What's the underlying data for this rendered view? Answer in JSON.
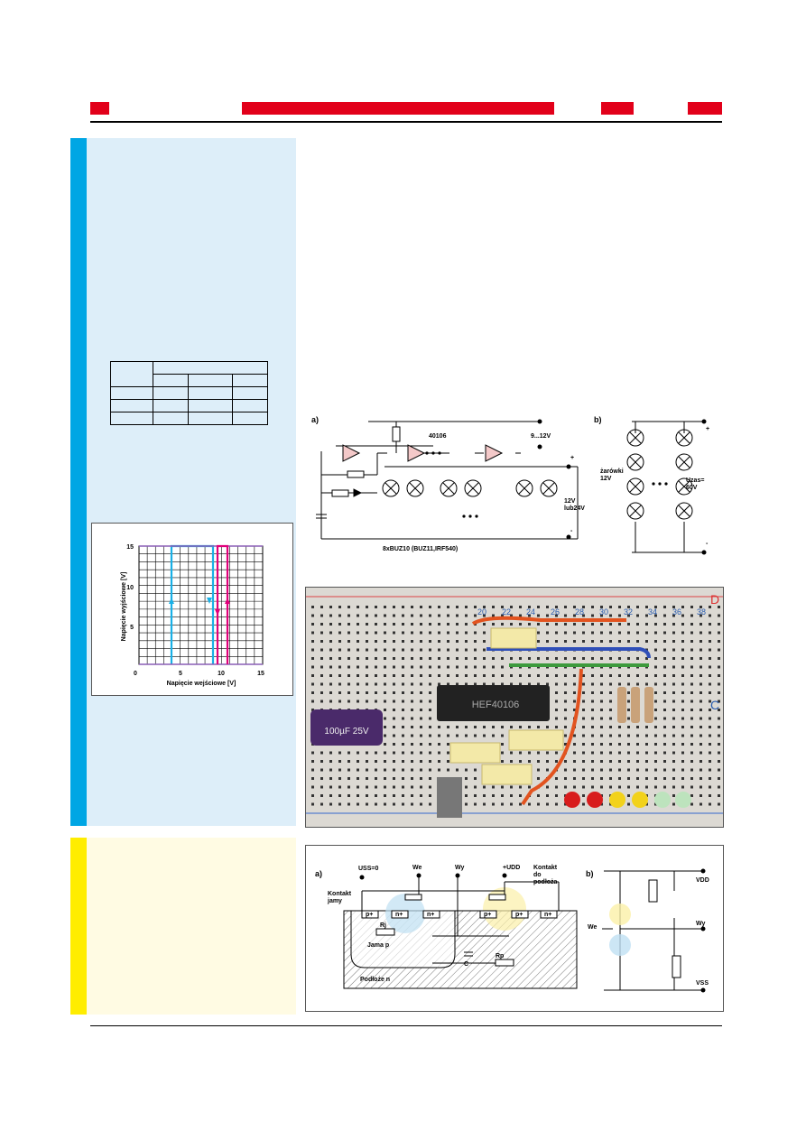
{
  "graph": {
    "x_ticks": [
      "0",
      "5",
      "10",
      "15"
    ],
    "y_ticks": [
      "15",
      "10",
      "5"
    ],
    "xlabel": "Napięcie wejściowe [V]",
    "ylabel": "Napięcie  wyjściowe [V]"
  },
  "fig1": {
    "a_label": "a)",
    "b_label": "b)",
    "ic": "40106",
    "supply": "9...12V",
    "lamp_supply": "12V\nlub24V",
    "mosfets": "8xBUZ10 (BUZ11,IRF540)",
    "bulbs": "żarówki\n12V",
    "uzas": "Uzas=\n60V",
    "plus": "+",
    "minus": "-"
  },
  "photo": {
    "cap_label": "100µF 25V",
    "ic_text": "HEF40106",
    "col_labels": [
      "20",
      "22",
      "24",
      "26",
      "28",
      "30",
      "32",
      "34",
      "36",
      "38"
    ],
    "row_c": "C",
    "row_d": "D"
  },
  "fig2": {
    "a_label": "a)",
    "b_label": "b)",
    "uss": "USS=0",
    "we": "We",
    "wy": "Wy",
    "udd": "+UDD",
    "kontakt_podloza": "Kontakt\ndo\npodłoża",
    "kontakt_jamy": "Kontakt\njamy",
    "jama": "Jama p",
    "podloze": "Podłoże n",
    "p1": "p+",
    "n1": "n+",
    "n2": "n+",
    "p2": "p+",
    "p3": "p+",
    "n3": "n+",
    "rj": "Rj",
    "rp": "Rp",
    "c": "C",
    "vdd": "VDD",
    "vss": "VSS",
    "we_b": "We",
    "wy_b": "Wy"
  }
}
